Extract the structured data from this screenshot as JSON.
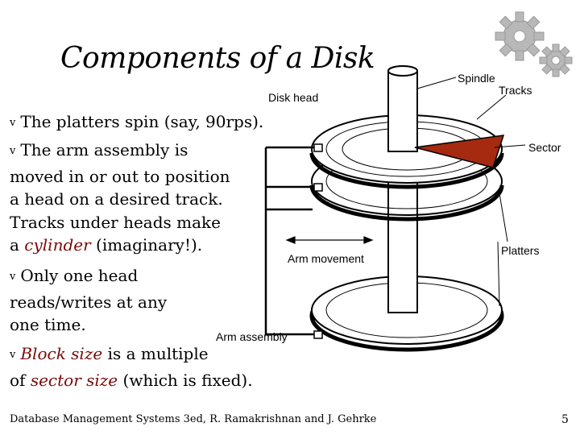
{
  "title": "Components of a Disk",
  "bullets": {
    "b1": {
      "marker": "v",
      "text": "The platters spin (say, 90rps)."
    },
    "b2": {
      "marker": "v",
      "line1": "The arm assembly is",
      "line2": "moved in or out to position",
      "line3": "a head on a desired track.",
      "line4": "Tracks under heads  make",
      "line5_pre": "a ",
      "line5_em": "cylinder",
      "line5_post": " (imaginary!)."
    },
    "b3": {
      "marker": "v",
      "line1": "Only one head",
      "line2": "reads/writes at any",
      "line3": "one time."
    },
    "b4": {
      "marker": "v",
      "em1": "Block size",
      "text1": " is a multiple",
      "text2": "of ",
      "em2": "sector size",
      "text3": " (which is fixed)."
    }
  },
  "labels": {
    "spindle": "Spindle",
    "tracks": "Tracks",
    "disk_head": "Disk head",
    "sector": "Sector",
    "arm_movement": "Arm movement",
    "platters": "Platters",
    "arm_assembly": "Arm assembly"
  },
  "footer": "Database Management Systems 3ed,  R. Ramakrishnan and J. Gehrke",
  "page_number": "5",
  "colors": {
    "accent": "#7a0a0a",
    "sector_fill": "#a52a10",
    "gear": "#b8b8b8"
  },
  "icons": [
    "gear-icon"
  ]
}
